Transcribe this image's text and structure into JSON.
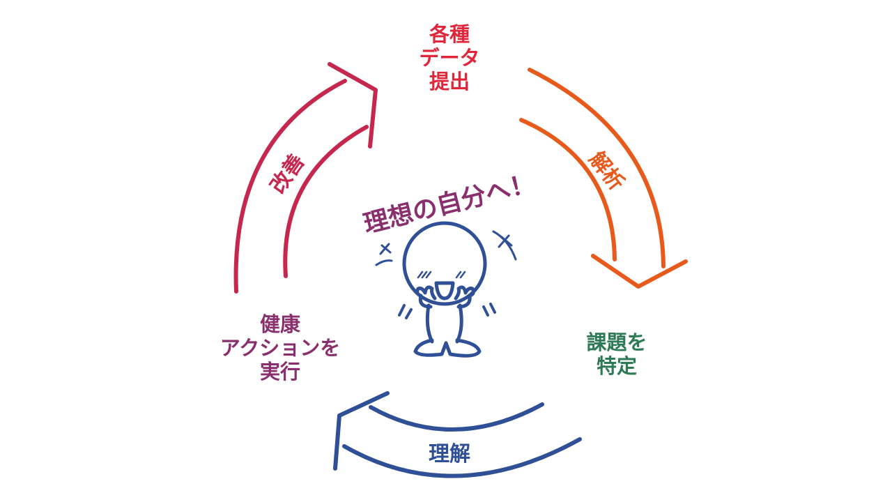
{
  "nodes": {
    "data_submission": [
      "各種",
      "データ",
      "提出"
    ],
    "identify_issues": [
      "課題を",
      "特定"
    ],
    "health_action": [
      "健康",
      "アクションを",
      "実行"
    ]
  },
  "arcs": {
    "analysis": "解析",
    "understanding": "理解",
    "improvement": "改善"
  },
  "center": {
    "slogan": "理想の自分へ！"
  },
  "colors": {
    "red": "#e0263a",
    "orange": "#e85a1b",
    "green": "#2e7a55",
    "blue": "#2f4f96",
    "crimson": "#c6274f",
    "purple": "#8a2f6e",
    "figure": "#2f4f96"
  }
}
